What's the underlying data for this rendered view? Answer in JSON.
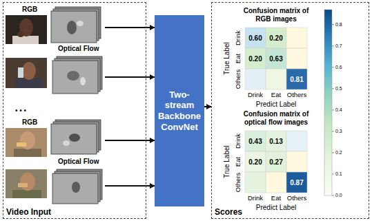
{
  "diagram": {
    "nodes": [
      {
        "text": [
          "Video Input"
        ]
      },
      {
        "text": [
          "RGB",
          "Optical Flow"
        ],
        "in": 0
      },
      {
        "text": [
          "RGB",
          "Optical Flow"
        ],
        "in": 0
      },
      {
        "text": [
          "Two-stream Backbone ConvNet"
        ]
      },
      {
        "text": [
          "Scores"
        ]
      },
      {
        "text": [
          "Confusion matrix of RGB images"
        ],
        "in": 4
      },
      {
        "text": [
          "Confusion matrix of optical flow images"
        ],
        "in": 4
      }
    ],
    "edges": [
      {
        "from": 1,
        "to": 3,
        "arrow": "to"
      },
      {
        "from": 1,
        "to": 3,
        "arrow": "to"
      },
      {
        "from": 2,
        "to": 3,
        "arrow": "to"
      },
      {
        "from": 2,
        "to": 3,
        "arrow": "to"
      },
      {
        "from": 3,
        "to": 4,
        "arrow": "to"
      }
    ],
    "labels": [
      "• • •",
      "Drink",
      "Eat",
      "Others",
      "True Label",
      "0.60",
      "0.20",
      "0.20",
      "0.63",
      "0.81",
      "Drink",
      "Eat",
      "Others",
      "Predict Label",
      "Drink",
      "Eat",
      "Others",
      "True Label",
      "0.43",
      "0.13",
      "0.20",
      "0.27",
      "0.87",
      "Drink",
      "Eat",
      "Others",
      "Predict Label",
      "0.8",
      "0.7",
      "0.6",
      "0.5",
      "0.4",
      "0.3",
      "0.2",
      "0.1",
      "0.0"
    ]
  }
}
